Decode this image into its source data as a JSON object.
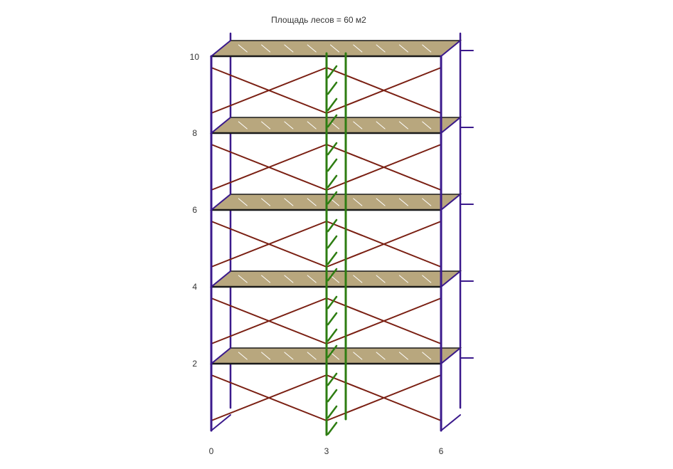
{
  "title": "Площадь лесов = 60 м2",
  "x_ticks": [
    "0",
    "3",
    "6"
  ],
  "y_ticks": [
    "2",
    "4",
    "6",
    "8",
    "10"
  ],
  "colors": {
    "frame": "#3b1a8c",
    "brace": "#7a1f12",
    "ladder": "#2e7d12",
    "deck_fill": "#b8a77e",
    "deck_edge": "#1a1a1a",
    "deck_seam": "#ffffff"
  },
  "structure": {
    "bays": 2,
    "levels": 5
  }
}
